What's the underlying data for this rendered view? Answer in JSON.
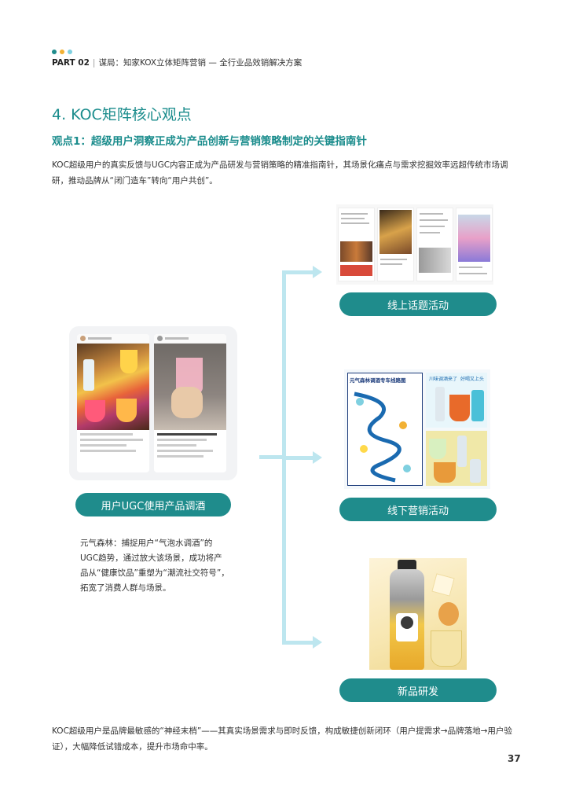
{
  "header": {
    "part": "PART 02",
    "separator": "|",
    "section": "谋局：知家KOX立体矩阵营销 — 全行业品效销解决方案",
    "dot_colors": [
      "#1f8c8c",
      "#f2b134",
      "#7fd0e0"
    ]
  },
  "title": "4. KOC矩阵核心观点",
  "subtitle": "观点1：超级用户洞察正成为产品创新与营销策略制定的关键指南针",
  "intro": "KOC超级用户的真实反馈与UGC内容正成为产品研发与营销策略的精准指南针，其场景化痛点与需求挖掘效率远超传统市场调研，推动品牌从“闭门造车”转向“用户共创”。",
  "left": {
    "pill": "用户UGC使用产品调酒",
    "description": "元气森林：捕捉用户“气泡水调酒”的UGC趋势，通过放大该场景，成功将产品从“健康饮品”重塑为“潮流社交符号”，拓宽了消费人群与场景。"
  },
  "right": {
    "online_pill": "线上话题活动",
    "offline_pill": "线下营销活动",
    "product_pill": "新品研发",
    "offline_map_title": "元气森林调酒专车线路图",
    "offline_bubble_1": "川味调酒来了",
    "offline_bubble_2": "好喝又上头"
  },
  "footer": "KOC超级用户是品牌最敏感的“神经末梢”——其真实场景需求与即时反馈，构成敏捷创新闭环（用户提需求→品牌落地→用户验证），大幅降低试错成本，提升市场命中率。",
  "page_number": "37",
  "colors": {
    "teal": "#1f8c8c",
    "title_teal": "#1a8c8c",
    "connector": "#bde6ef"
  }
}
